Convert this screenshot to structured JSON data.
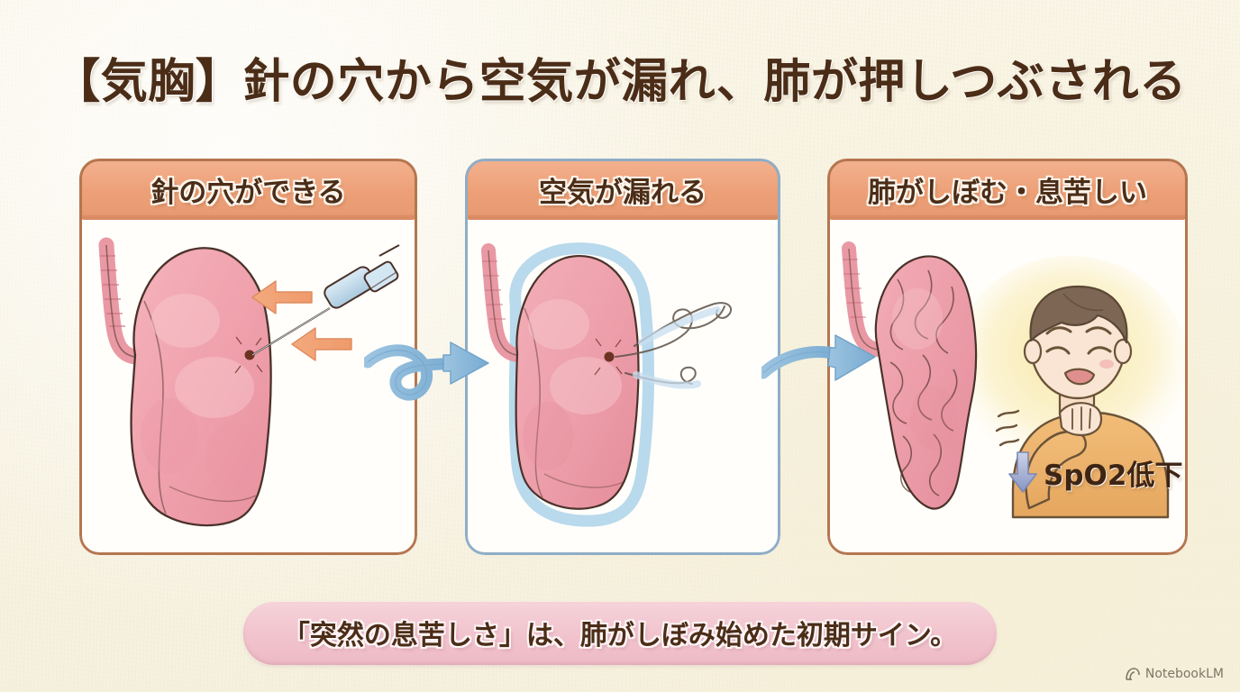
{
  "page": {
    "title": "【気胸】針の穴から空気が漏れ、肺が押しつぶされる",
    "background_color": "#f9f5e6",
    "title_color": "#4b2d17"
  },
  "panels": [
    {
      "id": "panel-1",
      "header": "針の穴ができる",
      "header_color": "#eda077",
      "border_color": "#b5764f",
      "illustration": "lung-with-needle",
      "elements": {
        "lung_color": "#f0a0ab",
        "needle_color": "#9fc4dd",
        "arrow_color": "#f0a070",
        "puncture_color": "#6b3322"
      }
    },
    {
      "id": "panel-2",
      "header": "空気が漏れる",
      "header_color": "#eda077",
      "border_color": "#8fadc6",
      "illustration": "lung-leaking-air",
      "elements": {
        "lung_color": "#efa0ab",
        "pleura_color": "#b9d9ec",
        "air_swirl_color": "#5c5146",
        "puncture_color": "#6b3322"
      }
    },
    {
      "id": "panel-3",
      "header": "肺がしぼむ・息苦しい",
      "header_color": "#eda077",
      "border_color": "#b5764f",
      "illustration": "collapsed-lung-and-distressed-person",
      "elements": {
        "lung_color": "#f0a6ae",
        "glow_color": "#f7e49a",
        "hair_color": "#7d6653",
        "shirt_color": "#efb46b",
        "skin_color": "#fae4d2"
      }
    }
  ],
  "connectors": [
    {
      "id": "arrow-1-2",
      "type": "looping-arrow",
      "color": "#7fb0d4"
    },
    {
      "id": "arrow-2-3",
      "type": "curved-arrow",
      "color": "#7fb0d4"
    }
  ],
  "annotations": {
    "spo2": {
      "label": "SpO2低下",
      "arrow": "down-arrow",
      "arrow_color": "#97a4cc"
    }
  },
  "caption": {
    "text": "「突然の息苦しさ」は、肺がしぼみ始めた初期サイン。",
    "background_color": "#f1c3cd",
    "text_color": "#4b2d17"
  },
  "watermark": {
    "label": "NotebookLM"
  }
}
